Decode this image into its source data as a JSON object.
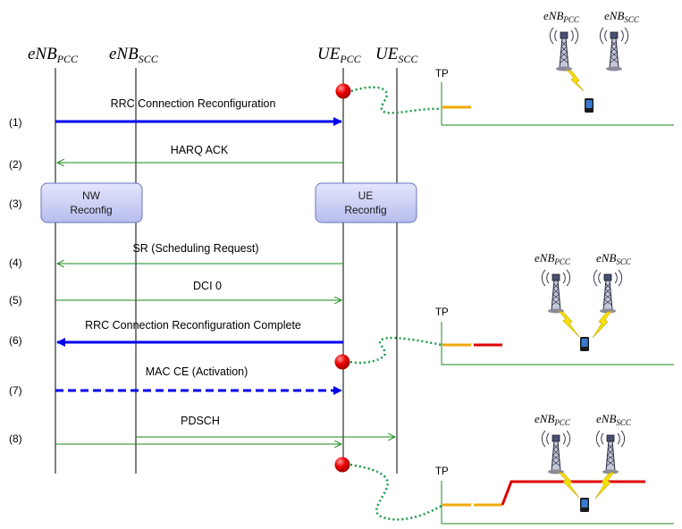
{
  "entities": [
    {
      "id": "enb_pcc",
      "main": "eNB",
      "sub": "PCC"
    },
    {
      "id": "enb_scc",
      "main": "eNB",
      "sub": "SCC"
    },
    {
      "id": "ue_pcc",
      "main": "UE",
      "sub": "PCC"
    },
    {
      "id": "ue_scc",
      "main": "UE",
      "sub": "SCC"
    }
  ],
  "steps": [
    "(1)",
    "(2)",
    "(3)",
    "(4)",
    "(5)",
    "(6)",
    "(7)",
    "(8)"
  ],
  "messages": {
    "m1": "RRC  Connection Reconfiguration",
    "m2": "HARQ  ACK",
    "m4": "SR (Scheduling Request)",
    "m5": "DCI  0",
    "m6": "RRC  Connection Reconfiguration  Complete",
    "m7": "MAC CE (Activation)",
    "m8": "PDSCH"
  },
  "boxes": {
    "nw": [
      "NW",
      "Reconfig"
    ],
    "ue": [
      "UE",
      "Reconfig"
    ]
  },
  "tp_label": "TP",
  "antenna_labels": {
    "pcc": {
      "main": "eNB",
      "sub": "PCC"
    },
    "scc": {
      "main": "eNB",
      "sub": "SCC"
    }
  },
  "colors": {
    "strong": "#0000ee",
    "green": "#1a8a1a",
    "orange": "#f0a800",
    "red": "#e00000",
    "box_fill": "#c9cdf5",
    "box_stroke": "#6a72c0"
  }
}
